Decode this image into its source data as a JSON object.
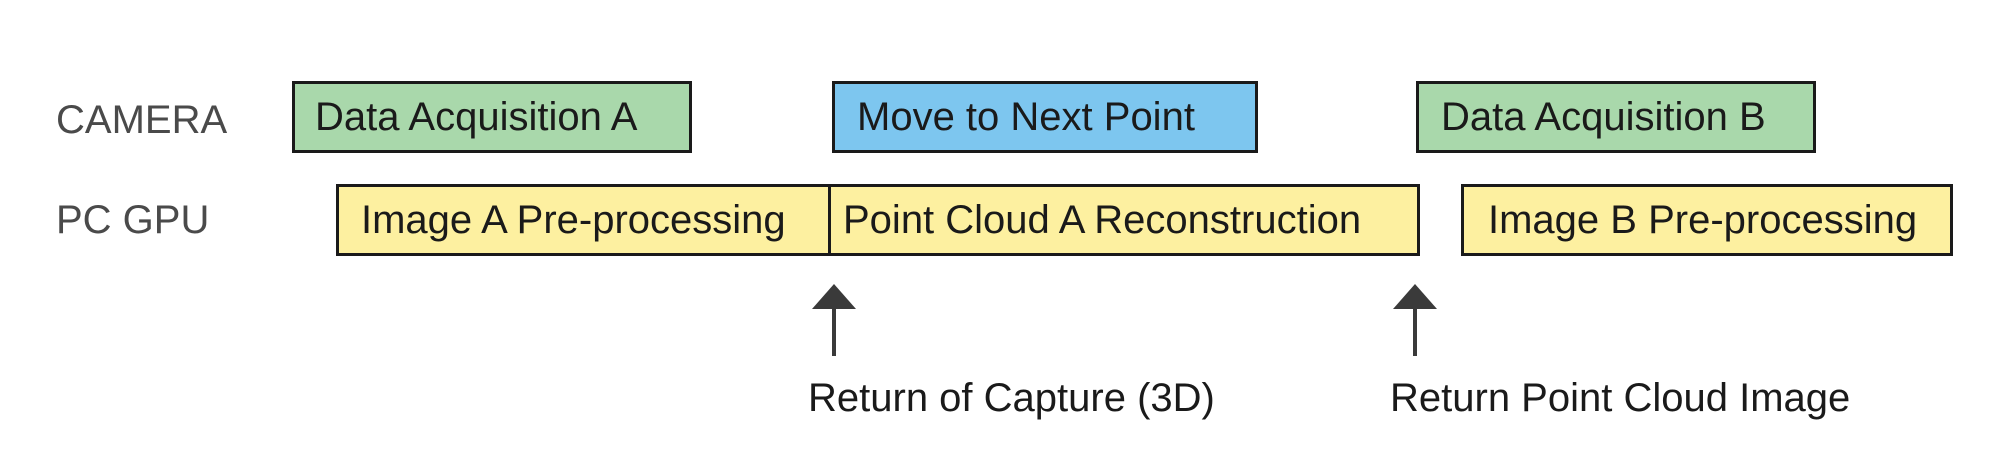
{
  "colors": {
    "acquisition": "#a9d8ab",
    "move": "#7dc6ef",
    "processing": "#fdf0a0",
    "border": "#1a1a1a",
    "label": "#4a4a4a",
    "arrow": "#3a3a3a"
  },
  "rows": {
    "camera": "CAMERA",
    "pc_gpu": "PC GPU"
  },
  "camera_blocks": [
    "Data Acquisition A",
    "Move to Next Point",
    "Data Acquisition B"
  ],
  "gpu_blocks": [
    "Image A Pre-processing",
    "Point Cloud A Reconstruction",
    "Image B Pre-processing"
  ],
  "markers": [
    {
      "label": "Return of Capture (3D)",
      "icon": "up-arrow-icon"
    },
    {
      "label": "Return Point Cloud Image",
      "icon": "up-arrow-icon"
    }
  ]
}
